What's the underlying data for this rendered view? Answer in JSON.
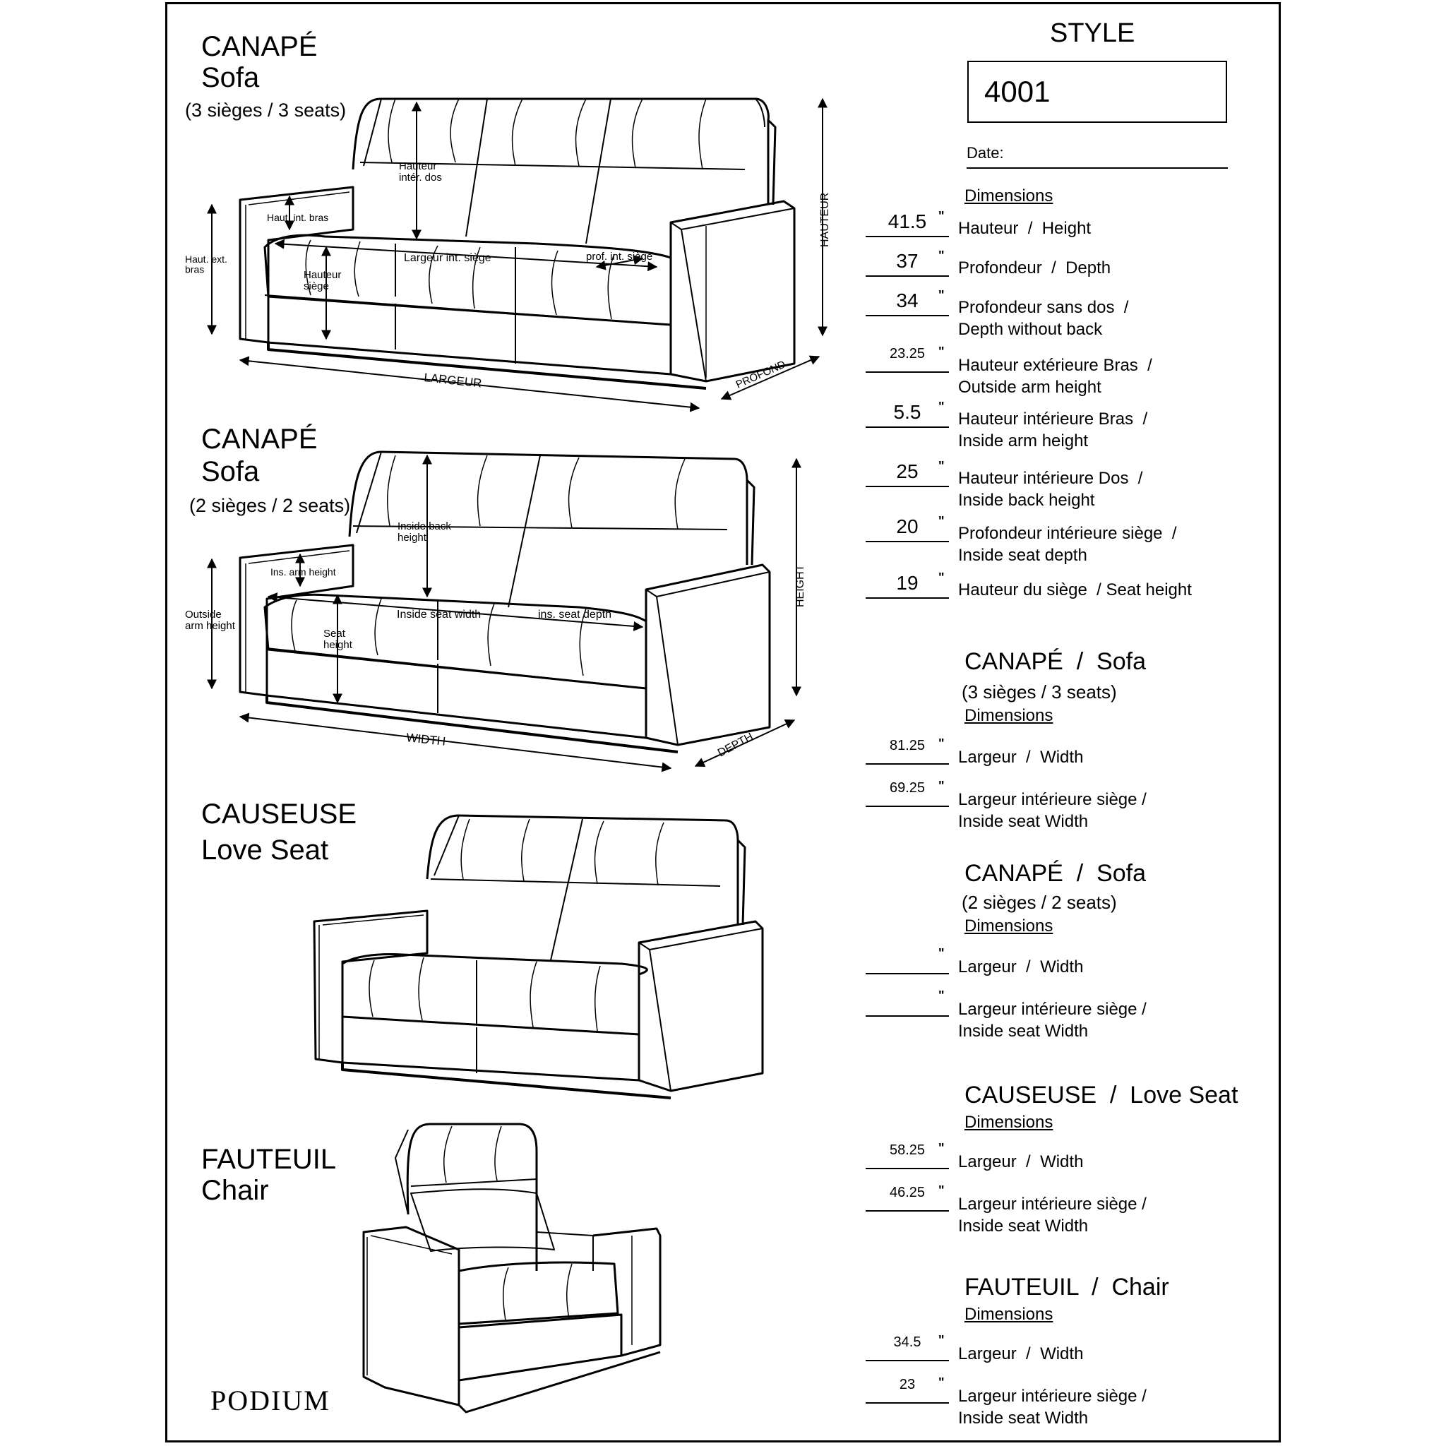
{
  "drawings": {
    "sofa3": {
      "title_fr": "CANAPÉ",
      "title_en": "Sofa",
      "seats": "(3 sièges / 3 seats)",
      "labels": {
        "back": "Hauteur\nintér. dos",
        "arm_in": "Haut. int. bras",
        "arm_out": "Haut. ext.\nbras",
        "seat_h": "Hauteur\nsiège",
        "seat_w": "Largeur  int.  siège",
        "seat_d": "prof.  int.  siège",
        "height": "HAUTEUR",
        "width": "LARGEUR",
        "depth": "PROFOND"
      }
    },
    "sofa2": {
      "title_fr": "CANAPÉ",
      "title_en": "Sofa",
      "seats": "(2 sièges / 2 seats)",
      "labels": {
        "back": "Inside back\nheight",
        "arm_in": "Ins. arm height",
        "arm_out": "Outside\narm height",
        "seat_h": "Seat\nheight",
        "seat_w": "Inside seat width",
        "seat_d": "ins. seat depth",
        "height": "HEIGHT",
        "width": "WIDTH",
        "depth": "DEPTH"
      }
    },
    "loveseat": {
      "title_fr": "CAUSEUSE",
      "title_en": "Love Seat"
    },
    "chair": {
      "title_fr": "FAUTEUIL",
      "title_en": "Chair"
    }
  },
  "logo": "PODIUM",
  "style": {
    "label": "STYLE",
    "value": "4001",
    "date_label": "Date:"
  },
  "general": {
    "header": "Dimensions",
    "rows": [
      {
        "value": "41.5",
        "unit": "\"",
        "label": "Hauteur  /  Height"
      },
      {
        "value": "37",
        "unit": "\"",
        "label": "Profondeur  /  Depth"
      },
      {
        "value": "34",
        "unit": "\"",
        "label": "Profondeur sans dos  /\nDepth without back"
      },
      {
        "value": "23.25",
        "unit": "\"",
        "label": "Hauteur extérieure Bras  /\nOutside arm height"
      },
      {
        "value": "5.5",
        "unit": "\"",
        "label": "Hauteur intérieure Bras  /\nInside arm height"
      },
      {
        "value": "25",
        "unit": "\"",
        "label": "Hauteur intérieure Dos  /\nInside back height"
      },
      {
        "value": "20",
        "unit": "\"",
        "label": "Profondeur intérieure siège  /\nInside seat depth"
      },
      {
        "value": "19",
        "unit": "\"",
        "label": "Hauteur du siège  / Seat height"
      }
    ]
  },
  "sections": [
    {
      "title": "CANAPÉ  /  Sofa",
      "subtitle": "(3 sièges / 3 seats)",
      "header": "Dimensions",
      "rows": [
        {
          "value": "81.25",
          "unit": "\"",
          "label": "Largeur  /  Width"
        },
        {
          "value": "69.25",
          "unit": "\"",
          "label": "Largeur intérieure siège /\nInside seat Width"
        }
      ]
    },
    {
      "title": "CANAPÉ  /  Sofa",
      "subtitle": "(2 sièges / 2 seats)",
      "header": "Dimensions",
      "rows": [
        {
          "value": "",
          "unit": "\"",
          "label": "Largeur  /  Width"
        },
        {
          "value": "",
          "unit": "\"",
          "label": "Largeur intérieure siège /\nInside seat Width"
        }
      ]
    },
    {
      "title": "CAUSEUSE  /  Love Seat",
      "subtitle": "",
      "header": "Dimensions",
      "rows": [
        {
          "value": "58.25",
          "unit": "\"",
          "label": "Largeur  /  Width"
        },
        {
          "value": "46.25",
          "unit": "\"",
          "label": "Largeur intérieure siège /\nInside seat Width"
        }
      ]
    },
    {
      "title": "FAUTEUIL  /  Chair",
      "subtitle": "",
      "header": "Dimensions",
      "rows": [
        {
          "value": "34.5",
          "unit": "\"",
          "label": "Largeur  /  Width"
        },
        {
          "value": "23",
          "unit": "\"",
          "label": "Largeur intérieure siège /\nInside seat Width"
        }
      ]
    }
  ]
}
